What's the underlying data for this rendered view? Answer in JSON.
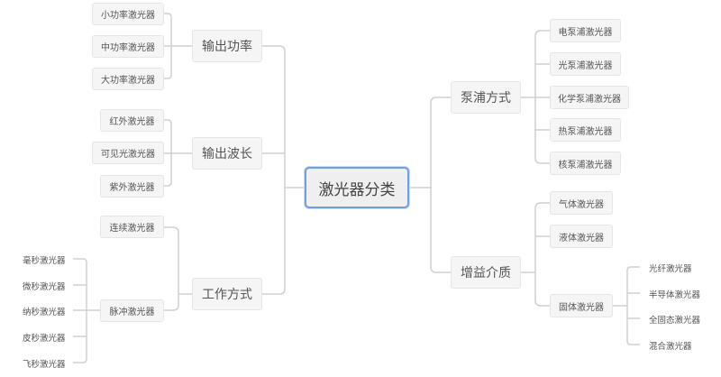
{
  "root": "激光器分类",
  "left": [
    {
      "label": "输出功率",
      "children": [
        "小功率激光器",
        "中功率激光器",
        "大功率激光器"
      ]
    },
    {
      "label": "输出波长",
      "children": [
        "红外激光器",
        "可见光激光器",
        "紫外激光器"
      ]
    },
    {
      "label": "工作方式",
      "children": [
        {
          "label": "连续激光器",
          "children": []
        },
        {
          "label": "脉冲激光器",
          "children": [
            "毫秒激光器",
            "微秒激光器",
            "纳秒激光器",
            "皮秒激光器",
            "飞秒激光器"
          ]
        }
      ]
    }
  ],
  "right": [
    {
      "label": "泵浦方式",
      "children": [
        "电泵浦激光器",
        "光泵浦激光器",
        "化学泵浦激光器",
        "热泵浦激光器",
        "核泵浦激光器"
      ]
    },
    {
      "label": "增益介质",
      "children": [
        {
          "label": "气体激光器",
          "children": []
        },
        {
          "label": "液体激光器",
          "children": []
        },
        {
          "label": "固体激光器",
          "children": [
            "光纤激光器",
            "半导体激光器",
            "全固态激光器",
            "混合激光器"
          ]
        }
      ]
    }
  ],
  "colors": {
    "line": "#cfcfcf",
    "root_border": "#6f9fdc",
    "node_bg": "#f5f5f5",
    "text": "#555555"
  }
}
